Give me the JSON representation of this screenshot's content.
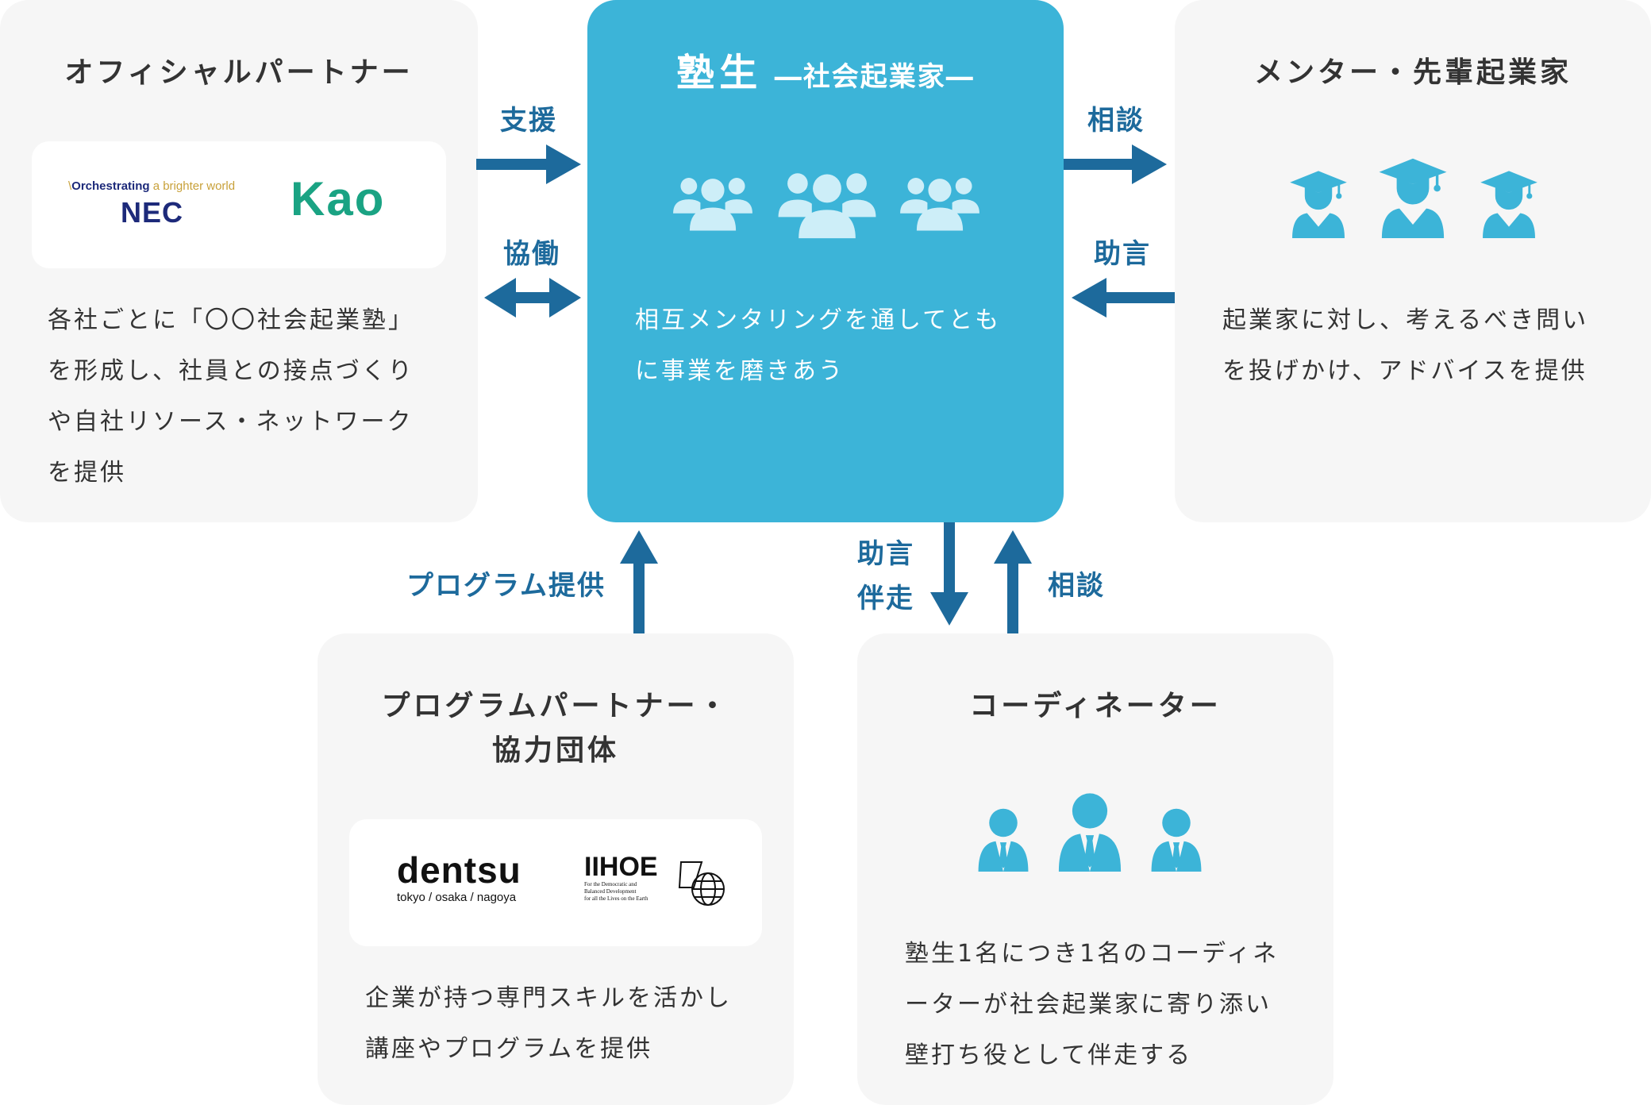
{
  "colors": {
    "accent": "#3cb4d8",
    "arrow": "#1d6a9c",
    "card_bg": "#f6f6f6",
    "text": "#333333"
  },
  "center": {
    "title_main": "塾生",
    "title_sub": "―社会起業家―",
    "desc_1": "相互メンタリングを通してとも",
    "desc_2": "に事業を磨きあう",
    "icon": "group-icon"
  },
  "official_partner": {
    "title": "オフィシャルパートナー",
    "logos": [
      {
        "name": "NEC",
        "tagline_1": "Orchestrating",
        "tagline_2": " a brighter world"
      },
      {
        "name": "Kao"
      }
    ],
    "desc": [
      "各社ごとに「〇〇社会起業塾」",
      "を形成し、社員との接点づくり",
      "や自社リソース・ネットワーク",
      "を提供"
    ]
  },
  "mentor": {
    "title": "メンター・先輩起業家",
    "icon": "graduate-icon",
    "desc": [
      "起業家に対し、考えるべき問い",
      "を投げかけ、アドバイスを提供"
    ]
  },
  "program_partner": {
    "title_1": "プログラムパートナー・",
    "title_2": "協力団体",
    "logos": [
      {
        "name": "dentsu",
        "sub": "tokyo / osaka / nagoya"
      },
      {
        "name": "IIHOE",
        "sub_1": "For the Democratic and",
        "sub_2": "Balanced Development",
        "sub_3": "for all the Lives on the Earth"
      }
    ],
    "desc": [
      "企業が持つ専門スキルを活かし",
      "講座やプログラムを提供"
    ]
  },
  "coordinator": {
    "title": "コーディネーター",
    "icon": "businessperson-icon",
    "desc": [
      "塾生1名につき1名のコーディネ",
      "ーターが社会起業家に寄り添い",
      "壁打ち役として伴走する"
    ]
  },
  "arrows": {
    "support": "支援",
    "collaborate": "協働",
    "consult_top": "相談",
    "advice_top": "助言",
    "program": "プログラム提供",
    "advice_bottom_1": "助言",
    "advice_bottom_2": "伴走",
    "consult_bottom": "相談"
  }
}
